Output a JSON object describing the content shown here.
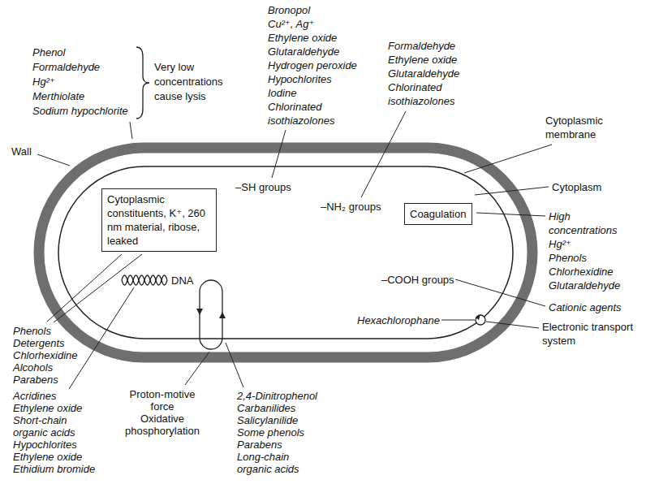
{
  "diagram": {
    "nodes": [
      {
        "text": [
          "Cytoplasmic constituents, K⁺, 260 nm material, ribose, leaked"
        ]
      },
      {
        "text": [
          "Coagulation"
        ]
      }
    ],
    "labels": [
      "Phenol",
      "Formaldehyde",
      "Hg²⁺",
      "Merthiolate",
      "Sodium hypochlorite",
      "Very low concentrations cause lysis",
      "Wall",
      "Bronopol",
      "Cu²⁺, Ag⁺",
      "Ethylene oxide",
      "Glutaraldehyde",
      "Hydrogen peroxide",
      "Hypochlorites",
      "Iodine",
      "Chlorinated isothiazolones",
      "Formaldehyde",
      "Ethylene oxide",
      "Glutaraldehyde",
      "Chlorinated isothiazolones",
      "Cytoplasmic membrane",
      "–SH groups",
      "–NH₂ groups",
      "Cytoplasm",
      "High concentrations",
      "Hg²⁺",
      "Phenols",
      "Chlorhexidine",
      "Glutaraldehyde",
      "–COOH groups",
      "Cationic agents",
      "Hexachlorophane",
      "Electronic transport system",
      "DNA",
      "Phenols",
      "Detergents",
      "Chlorhexidine",
      "Alcohols",
      "Parabens",
      "Acridines",
      "Ethylene oxide",
      "Short-chain organic acids",
      "Hypochlorites",
      "Ethylene oxide",
      "Ethidium bromide",
      "Proton-motive force",
      "Oxidative phosphorylation",
      "2,4-Dinitrophenol",
      "Carbanilides",
      "Salicylanilide",
      "Some phenols",
      "Parabens",
      "Long-chain organic acids"
    ]
  }
}
